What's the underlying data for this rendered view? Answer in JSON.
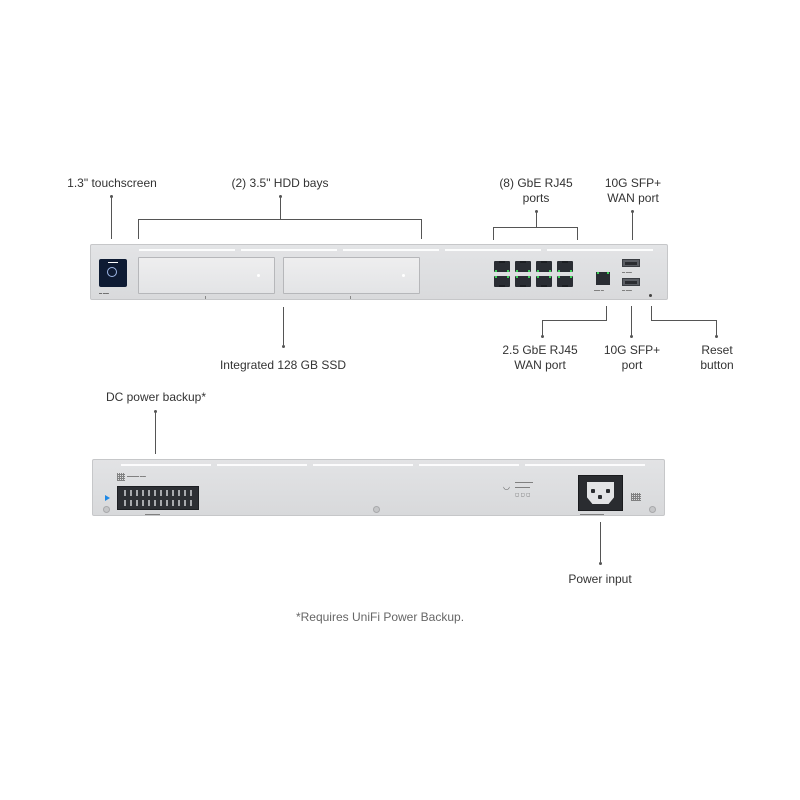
{
  "callouts": {
    "touchscreen": "1.3\" touchscreen",
    "hdd_bays": "(2) 3.5\" HDD bays",
    "gbe_ports_line1": "(8) GbE RJ45",
    "gbe_ports_line2": "ports",
    "sfp_wan_top_line1": "10G SFP+",
    "sfp_wan_top_line2": "WAN port",
    "ssd": "Integrated 128 GB SSD",
    "wan_25_line1": "2.5 GbE RJ45",
    "wan_25_line2": "WAN port",
    "sfp_port_line1": "10G SFP+",
    "sfp_port_line2": "port",
    "reset_line1": "Reset",
    "reset_line2": "button",
    "dc_backup": "DC power backup*",
    "power_input": "Power input"
  },
  "footnote": "*Requires UniFi Power Backup.",
  "colors": {
    "chassis": "#dcdddf",
    "port_dark": "#2a2d33",
    "link_led": "#3ed35a",
    "screen": "#0e1b33",
    "accent_blue": "#1e88e5"
  }
}
